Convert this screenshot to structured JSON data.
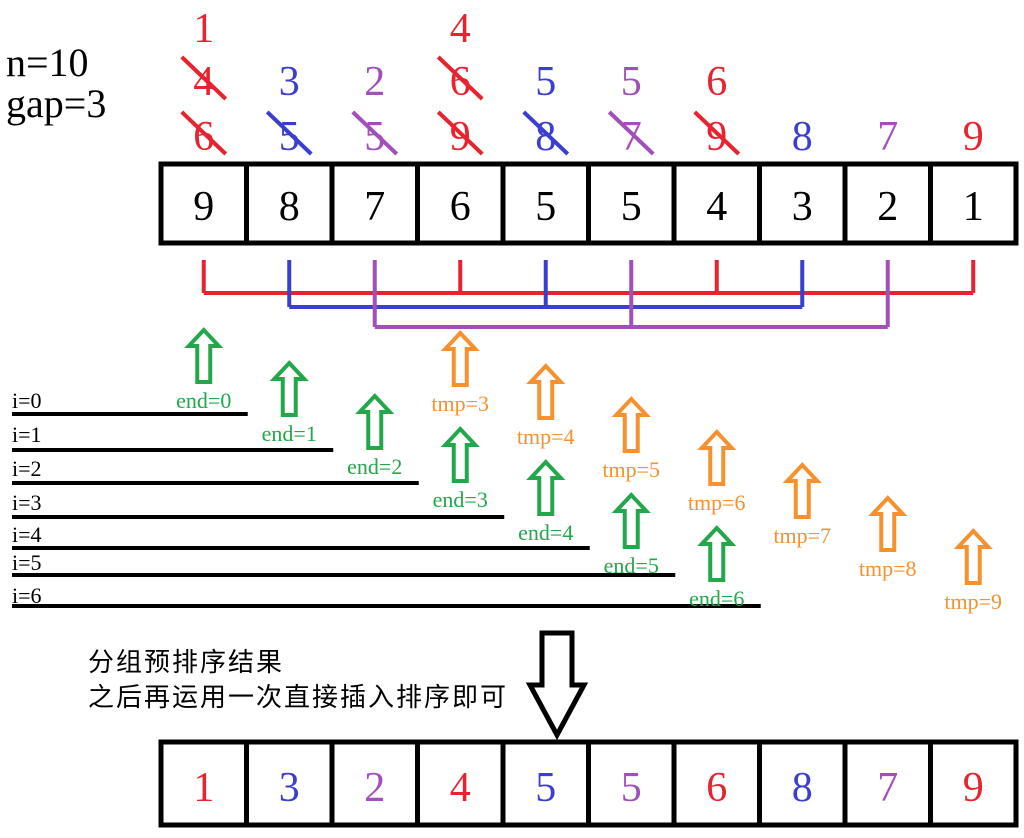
{
  "params": {
    "n": "n=10",
    "gap": "gap=3"
  },
  "colors": {
    "red": "#e8232f",
    "blue": "#3b3fd0",
    "purple": "#a14fbb",
    "green": "#22a84a",
    "orange": "#f7912f",
    "black": "#000000"
  },
  "array_top": [
    "9",
    "8",
    "7",
    "6",
    "5",
    "5",
    "4",
    "3",
    "2",
    "1"
  ],
  "array_bottom": [
    "1",
    "3",
    "2",
    "4",
    "5",
    "5",
    "6",
    "8",
    "7",
    "9"
  ],
  "bottom_colors": [
    "red",
    "blue",
    "purple",
    "red",
    "blue",
    "purple",
    "red",
    "blue",
    "purple",
    "red"
  ],
  "history": [
    {
      "col": 0,
      "color": "red",
      "values": [
        "1",
        "4",
        "6"
      ],
      "struck": [
        false,
        true,
        true
      ]
    },
    {
      "col": 1,
      "color": "blue",
      "values": [
        "3",
        "5"
      ],
      "struck": [
        false,
        true
      ]
    },
    {
      "col": 2,
      "color": "purple",
      "values": [
        "2",
        "5"
      ],
      "struck": [
        false,
        true
      ]
    },
    {
      "col": 3,
      "color": "red",
      "values": [
        "4",
        "6",
        "9"
      ],
      "struck": [
        false,
        true,
        true
      ]
    },
    {
      "col": 4,
      "color": "blue",
      "values": [
        "5",
        "8"
      ],
      "struck": [
        false,
        true
      ]
    },
    {
      "col": 5,
      "color": "purple",
      "values": [
        "5",
        "7"
      ],
      "struck": [
        false,
        true
      ]
    },
    {
      "col": 6,
      "color": "red",
      "values": [
        "6",
        "9"
      ],
      "struck": [
        false,
        true
      ]
    },
    {
      "col": 7,
      "color": "blue",
      "values": [
        "8"
      ],
      "struck": [
        false
      ]
    },
    {
      "col": 8,
      "color": "purple",
      "values": [
        "7"
      ],
      "struck": [
        false
      ]
    },
    {
      "col": 9,
      "color": "red",
      "values": [
        "9"
      ],
      "struck": [
        false
      ]
    }
  ],
  "groups": [
    {
      "color": "red",
      "indices": [
        0,
        3,
        6,
        9
      ]
    },
    {
      "color": "blue",
      "indices": [
        1,
        4,
        7
      ]
    },
    {
      "color": "purple",
      "indices": [
        2,
        5,
        8
      ]
    }
  ],
  "iterations": [
    {
      "i": "i=0",
      "end": "end=0",
      "tmp": "tmp=3"
    },
    {
      "i": "i=1",
      "end": "end=1",
      "tmp": "tmp=4"
    },
    {
      "i": "i=2",
      "end": "end=2",
      "tmp": "tmp=5"
    },
    {
      "i": "i=3",
      "end": "end=3",
      "tmp": "tmp=6"
    },
    {
      "i": "i=4",
      "end": "end=4",
      "tmp": "tmp=7"
    },
    {
      "i": "i=5",
      "end": "end=5",
      "tmp": "tmp=8"
    },
    {
      "i": "i=6",
      "end": "end=6",
      "tmp": "tmp=9"
    }
  ],
  "notes": [
    "分组预排序结果",
    "之后再运用一次直接插入排序即可"
  ]
}
